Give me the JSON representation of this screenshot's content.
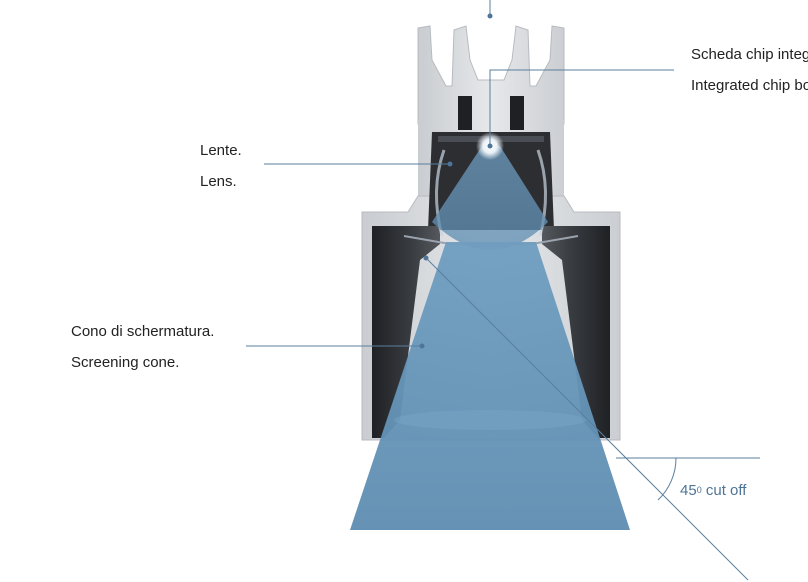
{
  "callouts": {
    "chip": {
      "label_it": "Scheda chip integrato.",
      "label_en": "Integrated chip board."
    },
    "lens": {
      "label_it": "Lente.",
      "label_en": "Lens."
    },
    "cone": {
      "label_it": "Cono di schermatura.",
      "label_en": "Screening cone."
    }
  },
  "cutoff": {
    "angle": "45",
    "degree_mark": "0",
    "text": "cut off"
  },
  "colors": {
    "beam": "#5f8fb3",
    "leader_line": "#5a7f9e",
    "label_text": "#222222",
    "angle_text": "#4e7597",
    "housing_light": "#d6d9dc",
    "housing_dark": "#2a2c2f"
  }
}
